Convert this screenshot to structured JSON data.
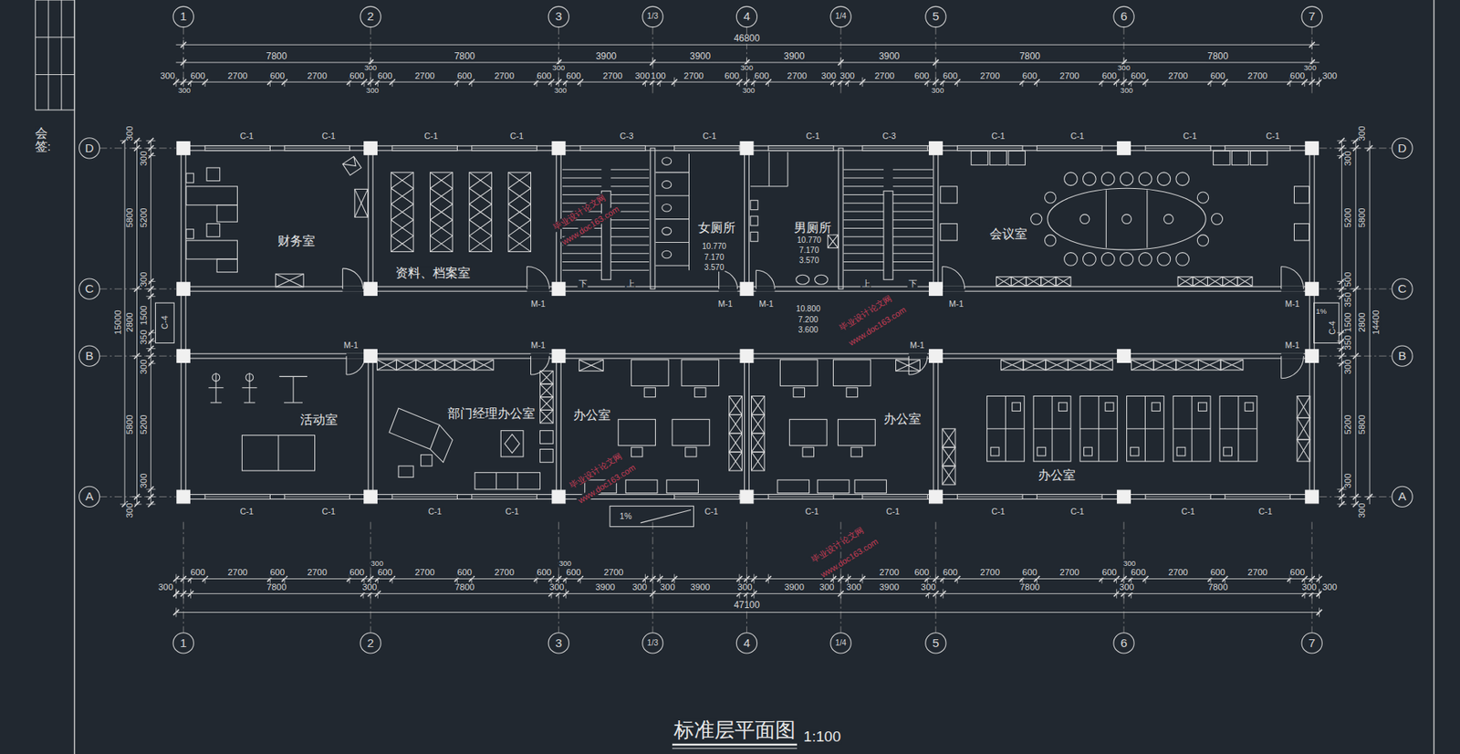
{
  "diagram": {
    "title": "标准层平面图",
    "nodes": [
      {
        "text": [
          "财务室"
        ]
      },
      {
        "text": [
          "资料、档案室"
        ]
      },
      {
        "text": [
          "女厕所"
        ]
      },
      {
        "text": [
          "男厕所"
        ]
      },
      {
        "text": [
          "会议室"
        ]
      },
      {
        "text": [
          "活动室"
        ]
      },
      {
        "text": [
          "部门经理办公室"
        ]
      },
      {
        "text": [
          "办公室"
        ]
      },
      {
        "text": [
          "办公室"
        ]
      },
      {
        "text": [
          "办公室"
        ]
      }
    ],
    "labels": [
      "1",
      "2",
      "3",
      "1/3",
      "4",
      "1/4",
      "5",
      "6",
      "7",
      "46800",
      "7800",
      "7800",
      "3900",
      "3900",
      "3900",
      "3900",
      "7800",
      "7800",
      "300",
      "600",
      "2700",
      "600",
      "2700",
      "600",
      "600",
      "2700",
      "600",
      "2700",
      "600",
      "600",
      "2700",
      "300",
      "100",
      "2700",
      "600",
      "600",
      "2700",
      "300",
      "300",
      "2700",
      "600",
      "600",
      "2700",
      "600",
      "2700",
      "600",
      "600",
      "2700",
      "600",
      "2700",
      "600",
      "300",
      "300",
      "300",
      "300",
      "300",
      "300",
      "300",
      "300",
      "300",
      "300",
      "300",
      "300",
      "1",
      "2",
      "3",
      "1/3",
      "4",
      "1/4",
      "5",
      "6",
      "7",
      "47100",
      "300",
      "7800",
      "300",
      "7800",
      "300",
      "3900",
      "300",
      "300",
      "3900",
      "300",
      "3900",
      "300",
      "300",
      "3900",
      "300",
      "7800",
      "300",
      "7800",
      "300",
      "300",
      "600",
      "2700",
      "600",
      "2700",
      "600",
      "600",
      "2700",
      "600",
      "2700",
      "600",
      "600",
      "2700",
      "2700",
      "600",
      "600",
      "2700",
      "600",
      "2700",
      "600",
      "600",
      "2700",
      "600",
      "2700",
      "600",
      "300",
      "300",
      "300",
      "300",
      "300",
      "5800",
      "5200",
      "300",
      "2800",
      "15000",
      "1500",
      "350",
      "300",
      "5800",
      "5200",
      "300",
      "300",
      "300",
      "300",
      "5200",
      "5800",
      "500",
      "350",
      "1500",
      "2800",
      "14400",
      "350",
      "300",
      "5200",
      "5800",
      "300",
      "300",
      "D",
      "C",
      "B",
      "A",
      "D",
      "C",
      "B",
      "A",
      "C-1",
      "C-1",
      "C-1",
      "C-1",
      "C-3",
      "C-1",
      "C-1",
      "C-3",
      "C-1",
      "C-1",
      "C-1",
      "C-1",
      "C-1",
      "C-1",
      "C-1",
      "C-1",
      "C-1",
      "C-1",
      "C-1",
      "C-1",
      "C-1",
      "C-1",
      "C-1",
      "C-4",
      "C-4",
      "1%",
      "1%",
      "M-1",
      "M-1",
      "M-1",
      "M-1",
      "M-1",
      "M-1",
      "M-1",
      "M-1",
      "M-1",
      "10.770",
      "7.170",
      "3.570",
      "10.770",
      "7.170",
      "3.570",
      "10.800",
      "7.200",
      "3.600",
      "下",
      "上",
      "上",
      "下",
      "毕业设计论文网",
      "www.doc163.com",
      "毕业设计论文网",
      "www.doc163.com",
      "毕业设计论文网",
      "www.doc163.com",
      "毕业设计论文网",
      "www.doc163.com",
      "1:100",
      "会签:"
    ]
  }
}
